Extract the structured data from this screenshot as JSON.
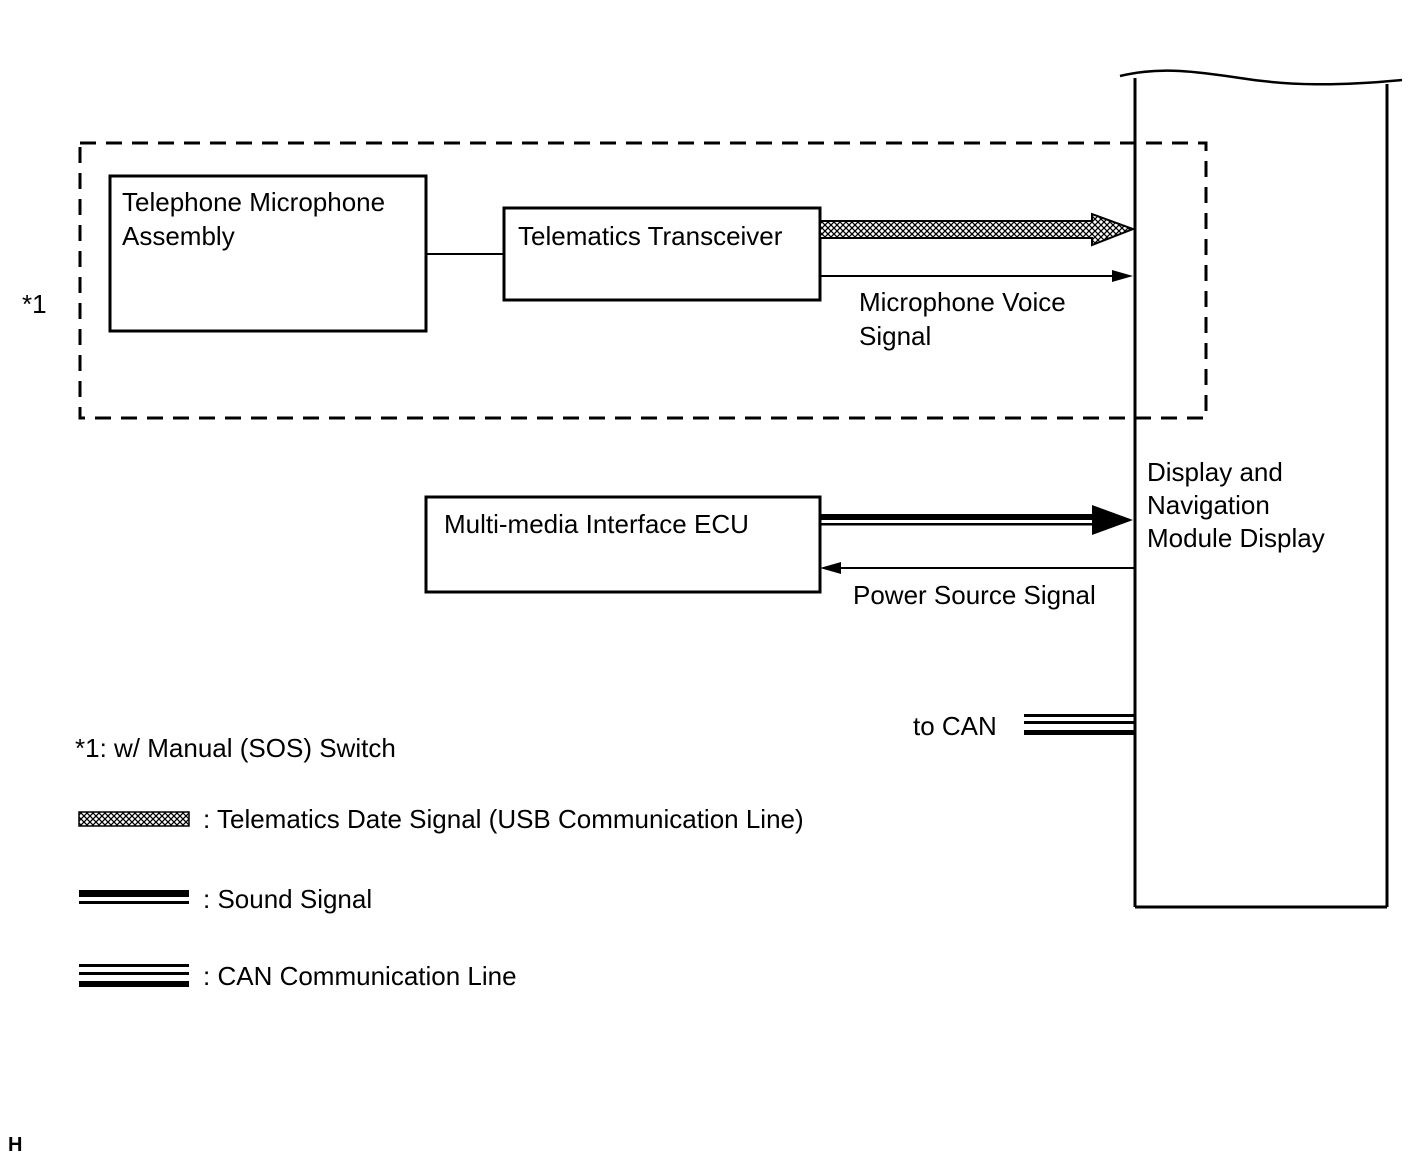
{
  "group": {
    "marker": "*1",
    "footnote": "*1: w/ Manual (SOS) Switch"
  },
  "components": {
    "telephone_microphone": {
      "line1": "Telephone Microphone",
      "line2": "Assembly"
    },
    "telematics_transceiver": "Telematics Transceiver",
    "multimedia_ecu": "Multi-media Interface ECU",
    "display_module": {
      "line1": "Display and",
      "line2": "Navigation",
      "line3": "Module Display"
    }
  },
  "signals": {
    "microphone_voice": {
      "line1": "Microphone Voice",
      "line2": "Signal"
    },
    "power_source": "Power Source Signal",
    "to_can": "to CAN"
  },
  "legend": {
    "telematics_data": ": Telematics Date Signal (USB Communication Line)",
    "sound": ": Sound Signal",
    "can": ": CAN Communication Line"
  },
  "corner_mark": "H"
}
